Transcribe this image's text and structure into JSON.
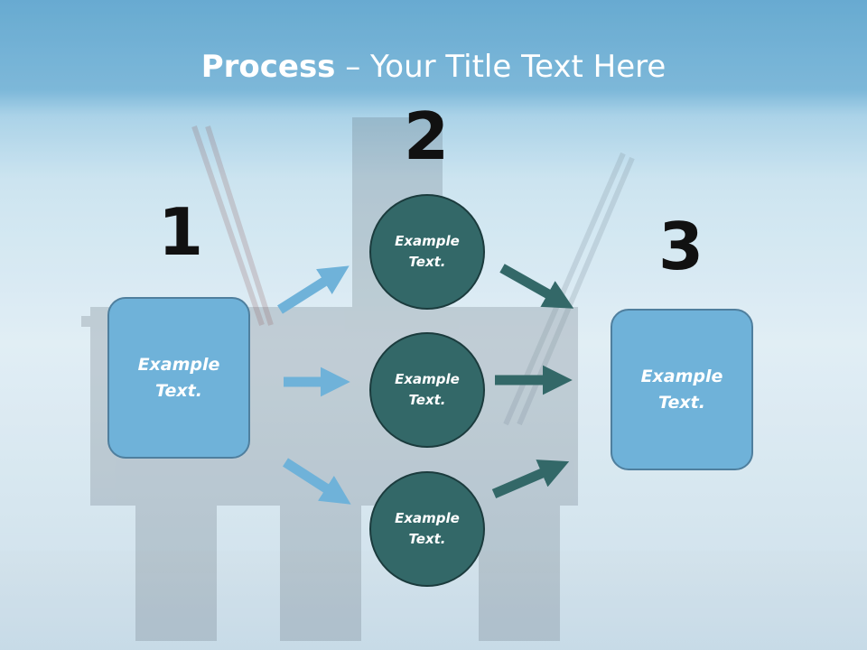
{
  "title": {
    "bold": "Process",
    "rest": " – Your Title Text Here"
  },
  "steps": [
    {
      "number": "1",
      "label": "Example\nText."
    },
    {
      "number": "2",
      "circles": [
        {
          "label": "Example\nText."
        },
        {
          "label": "Example\nText."
        },
        {
          "label": "Example\nText."
        }
      ]
    },
    {
      "number": "3",
      "label": "Example\nText."
    }
  ],
  "colors": {
    "box_fill": "#6fb2d9",
    "circle_fill": "#336868",
    "arrow_light": "#6fb2d9",
    "arrow_dark": "#336868"
  }
}
